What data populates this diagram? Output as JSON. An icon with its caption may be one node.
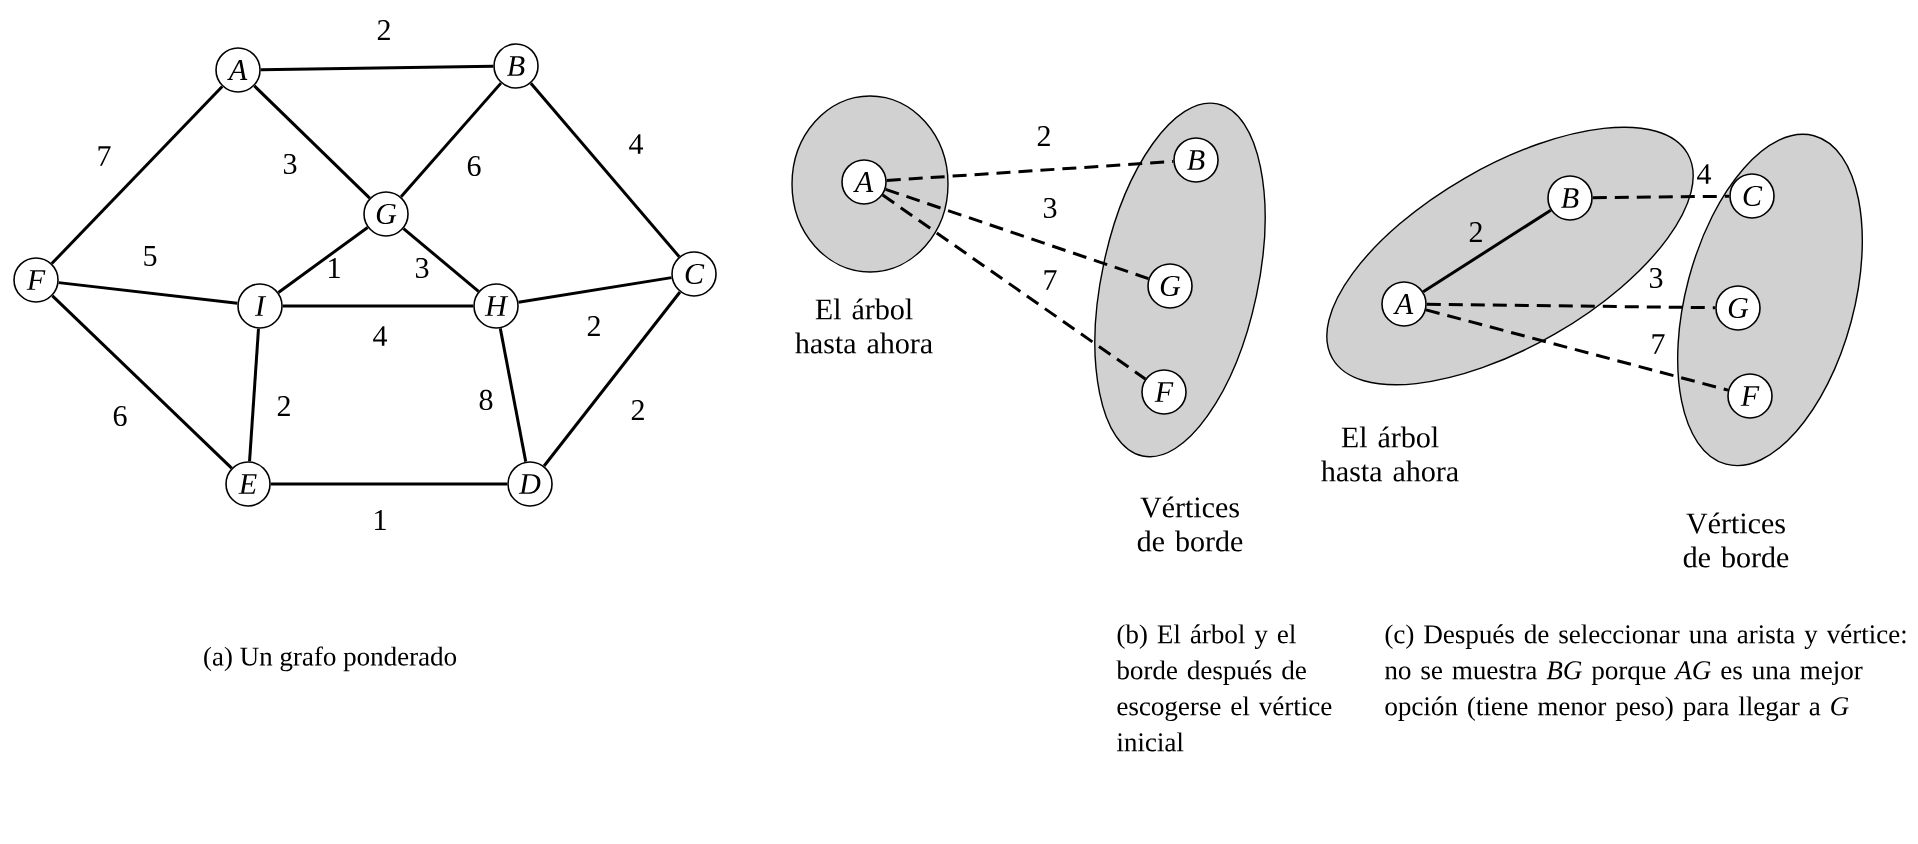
{
  "diagram": {
    "nodes": [
      {
        "text": [
          "A"
        ]
      },
      {
        "text": [
          "B"
        ]
      },
      {
        "text": [
          "G"
        ]
      },
      {
        "text": [
          "F"
        ]
      },
      {
        "text": [
          "I"
        ]
      },
      {
        "text": [
          "H"
        ]
      },
      {
        "text": [
          "C"
        ]
      },
      {
        "text": [
          "E"
        ]
      },
      {
        "text": [
          "D"
        ]
      },
      {
        "text": [],
        "shape": "ellipse",
        "beside": [
          "El árbol hasta ahora"
        ]
      },
      {
        "text": [
          "A"
        ],
        "in": 9
      },
      {
        "text": [],
        "shape": "ellipse",
        "beside": [
          "Vértices de borde"
        ]
      },
      {
        "text": [
          "B"
        ],
        "in": 11
      },
      {
        "text": [
          "G"
        ],
        "in": 11
      },
      {
        "text": [
          "F"
        ],
        "in": 11
      },
      {
        "text": [],
        "shape": "ellipse",
        "beside": [
          "El árbol hasta ahora"
        ]
      },
      {
        "text": [
          "A"
        ],
        "in": 15
      },
      {
        "text": [
          "B"
        ],
        "in": 15
      },
      {
        "text": [],
        "shape": "ellipse",
        "beside": [
          "Vértices de borde"
        ]
      },
      {
        "text": [
          "C"
        ],
        "in": 18
      },
      {
        "text": [
          "G"
        ],
        "in": 18
      },
      {
        "text": [
          "F"
        ],
        "in": 18
      }
    ],
    "edges": [
      {
        "from": 0,
        "to": 1,
        "arrow": "none",
        "label": "2"
      },
      {
        "from": 0,
        "to": 3,
        "arrow": "none",
        "label": "7"
      },
      {
        "from": 0,
        "to": 2,
        "arrow": "none",
        "label": "3"
      },
      {
        "from": 1,
        "to": 2,
        "arrow": "none",
        "label": "6"
      },
      {
        "from": 1,
        "to": 6,
        "arrow": "none",
        "label": "4"
      },
      {
        "from": 2,
        "to": 4,
        "arrow": "none",
        "label": "1"
      },
      {
        "from": 2,
        "to": 5,
        "arrow": "none",
        "label": "3"
      },
      {
        "from": 3,
        "to": 4,
        "arrow": "none",
        "label": "5"
      },
      {
        "from": 4,
        "to": 5,
        "arrow": "none",
        "label": "4"
      },
      {
        "from": 5,
        "to": 6,
        "arrow": "none",
        "label": "2"
      },
      {
        "from": 3,
        "to": 7,
        "arrow": "none",
        "label": "6"
      },
      {
        "from": 4,
        "to": 7,
        "arrow": "none",
        "label": "2"
      },
      {
        "from": 5,
        "to": 8,
        "arrow": "none",
        "label": "8"
      },
      {
        "from": 6,
        "to": 8,
        "arrow": "none",
        "label": "2"
      },
      {
        "from": 7,
        "to": 8,
        "arrow": "none",
        "label": "1"
      },
      {
        "from": 10,
        "to": 12,
        "arrow": "none",
        "label": "2",
        "style": "dashed"
      },
      {
        "from": 10,
        "to": 13,
        "arrow": "none",
        "label": "3",
        "style": "dashed"
      },
      {
        "from": 10,
        "to": 14,
        "arrow": "none",
        "label": "7",
        "style": "dashed"
      },
      {
        "from": 16,
        "to": 17,
        "arrow": "none",
        "label": "2"
      },
      {
        "from": 17,
        "to": 19,
        "arrow": "none",
        "label": "4",
        "style": "dashed"
      },
      {
        "from": 16,
        "to": 20,
        "arrow": "none",
        "label": "3",
        "style": "dashed"
      },
      {
        "from": 16,
        "to": 21,
        "arrow": "none",
        "label": "7",
        "style": "dashed"
      }
    ],
    "labels": [
      "(a) Un grafo ponderado",
      "(b) El árbol y el borde después de escogerse el vértice inicial",
      "(c) Después de seleccionar una arista y vértice: no se muestra *BG* porque *AG* es una mejor opción (tiene menor peso) para llegar a *G*"
    ]
  }
}
